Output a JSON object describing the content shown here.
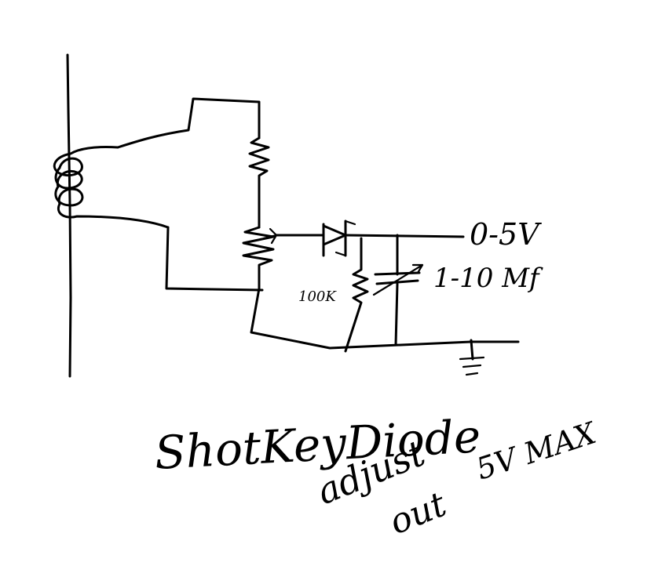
{
  "labels": {
    "output_voltage": "0-5V",
    "capacitor": "1-10 Mf",
    "resistor": "100K"
  },
  "notes": {
    "diode_type": "ShotKeyDiode",
    "instruction_line1": "adjust",
    "instruction_line2": "out",
    "max_rating": "5V MAX"
  }
}
